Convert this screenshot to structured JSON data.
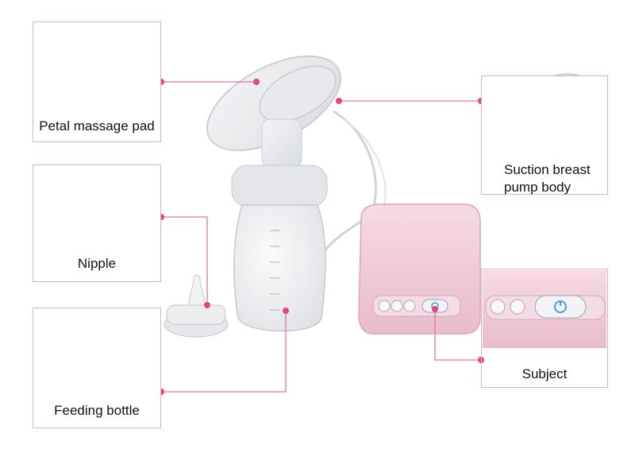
{
  "labels": {
    "petal_massage_pad": "Petal massage pad",
    "nipple": "Nipple",
    "feeding_bottle": "Feeding bottle",
    "suction_line1": "Suction breast",
    "suction_line2": "pump body",
    "subject": "Subject"
  },
  "colors": {
    "frame": "#e4b0c4",
    "connector": "#d97a9c",
    "dot": "#e8457a",
    "pink_unit": "#f0cdd8",
    "power_button": "#5aa4de"
  }
}
